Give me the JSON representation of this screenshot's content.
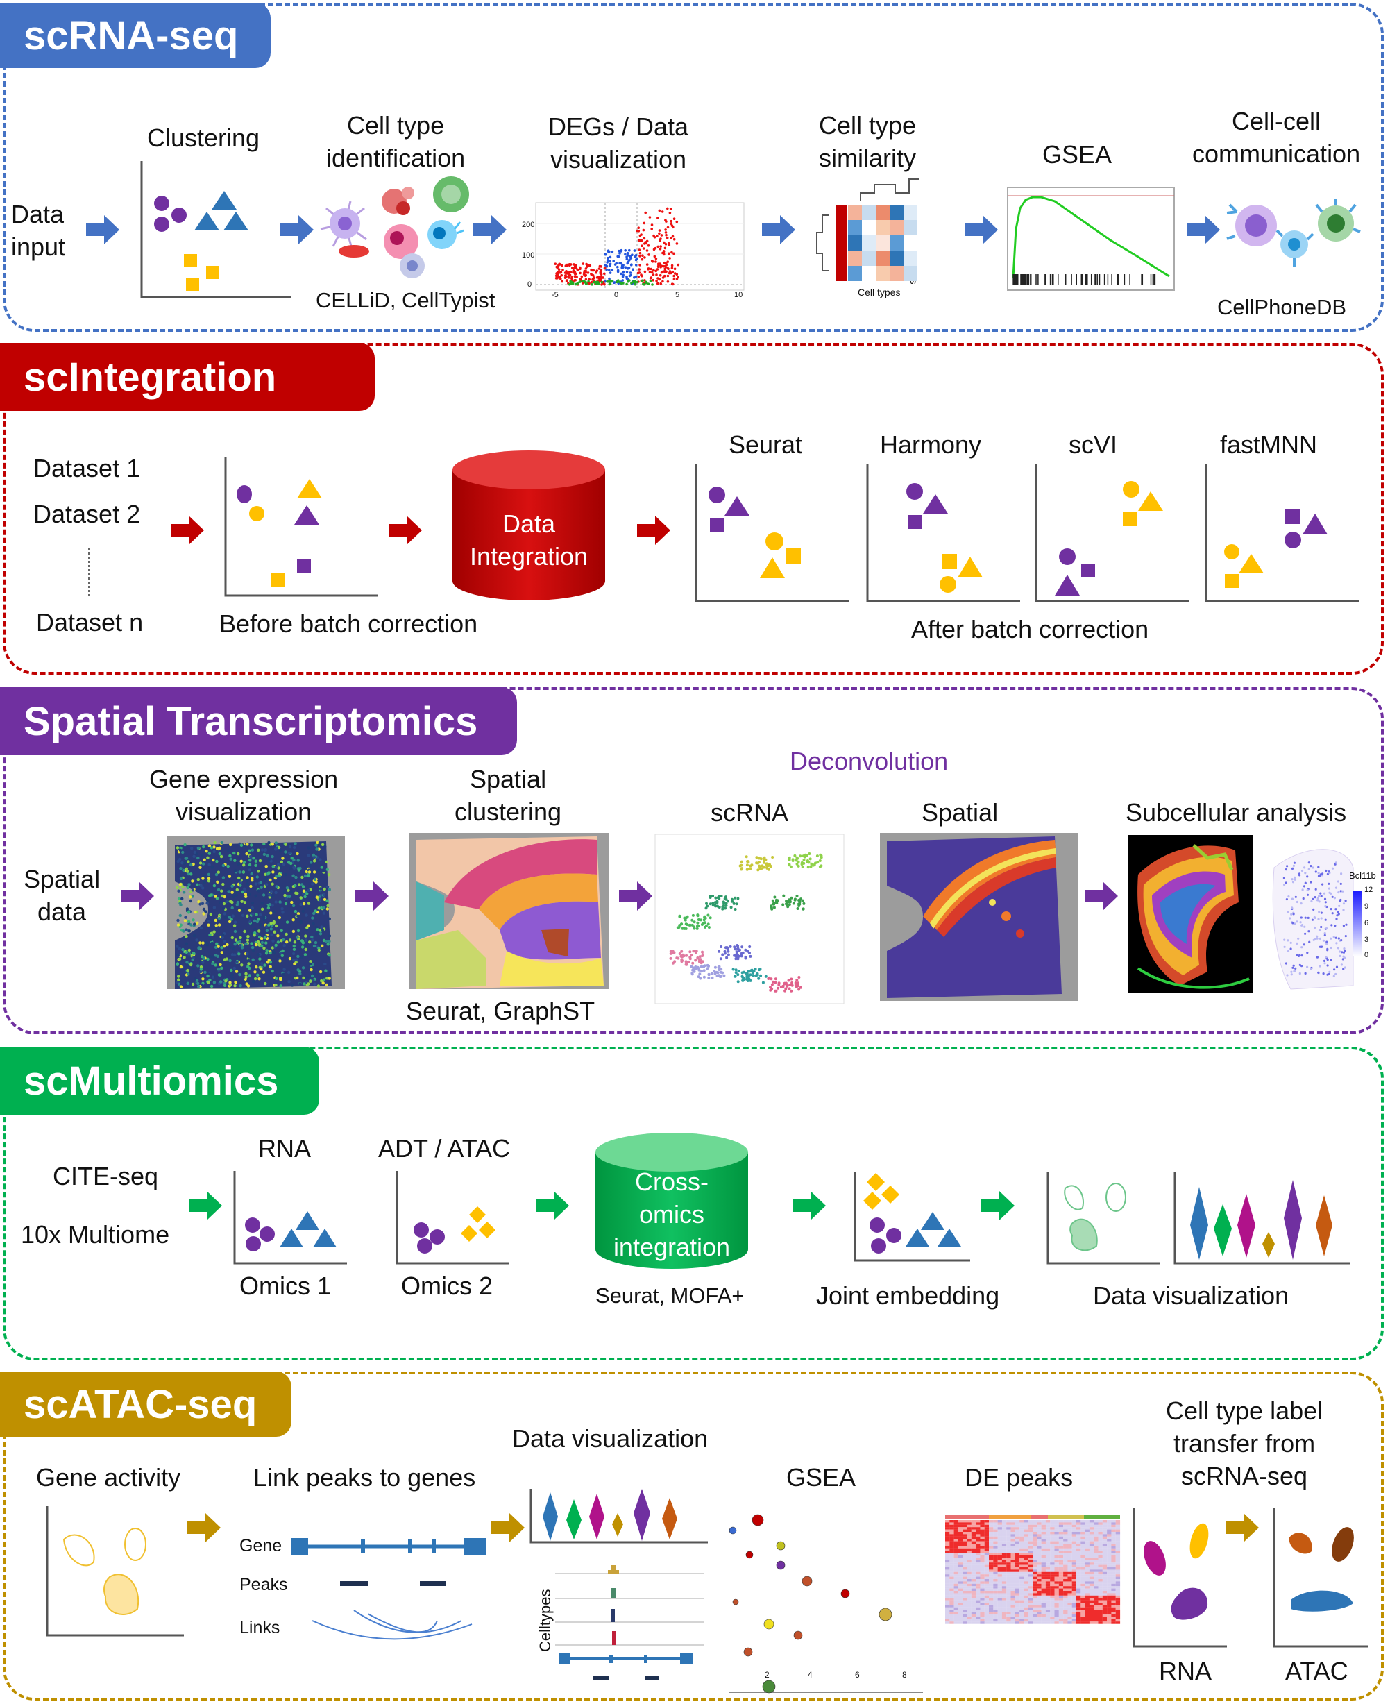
{
  "scrna": {
    "title": "scRNA-seq",
    "color": "#4472C4",
    "data_input": "Data\ninput",
    "clustering": "Clustering",
    "cell_type_id": "Cell type\nidentification",
    "cellid_tools": "CELLiD, CellTypist",
    "degs": "DEGs / Data\nvisualization",
    "similarity": "Cell type\nsimilarity",
    "gsea": "GSEA",
    "ccc": "Cell-cell\ncommunication",
    "cellphonedb": "CellPhoneDB",
    "heatmap_axis": "Cell types",
    "volcano_ticks_y": [
      "200",
      "100",
      "0"
    ],
    "volcano_ticks_x": [
      "-5",
      "0",
      "5",
      "10"
    ]
  },
  "integ": {
    "title": "scIntegration",
    "color": "#C00000",
    "dataset1": "Dataset 1",
    "dataset2": "Dataset 2",
    "datasetn": "Dataset n",
    "before": "Before batch correction",
    "cylinder": "Data\nIntegration",
    "seurat": "Seurat",
    "harmony": "Harmony",
    "scvi": "scVI",
    "fastmnn": "fastMNN",
    "after": "After batch correction"
  },
  "spatial": {
    "title": "Spatial Transcriptomics",
    "color": "#7030A0",
    "spatial_data": "Spatial\ndata",
    "gene_vis": "Gene expression\nvisualization",
    "spatial_clust": "Spatial\nclustering",
    "clust_tools": "Seurat, GraphST",
    "deconv": "Deconvolution",
    "scrna": "scRNA",
    "spatial": "Spatial",
    "subcell": "Subcellular analysis",
    "gene_label": "Bcl11b",
    "scale_ticks": [
      "12",
      "9",
      "6",
      "3",
      "0"
    ]
  },
  "multi": {
    "title": "scMultiomics",
    "color": "#00B050",
    "cite": "CITE-seq",
    "multiome": "10x Multiome",
    "rna": "RNA",
    "adt": "ADT / ATAC",
    "omics1": "Omics 1",
    "omics2": "Omics 2",
    "cylinder": "Cross-\nomics\nintegration",
    "tools": "Seurat, MOFA+",
    "joint": "Joint embedding",
    "datavis": "Data visualization"
  },
  "atac": {
    "title": "scATAC-seq",
    "color": "#BF9000",
    "gene_activity": "Gene activity",
    "link_peaks": "Link peaks to genes",
    "gene": "Gene",
    "peaks": "Peaks",
    "links": "Links",
    "datavis": "Data visualization",
    "celltypes": "Celltypes",
    "gsea": "GSEA",
    "gsea_ticks": [
      "2",
      "4",
      "6",
      "8"
    ],
    "de_peaks": "DE peaks",
    "label_transfer": "Cell type label\ntransfer from\nscRNA-seq",
    "rna": "RNA",
    "atac": "ATAC"
  }
}
